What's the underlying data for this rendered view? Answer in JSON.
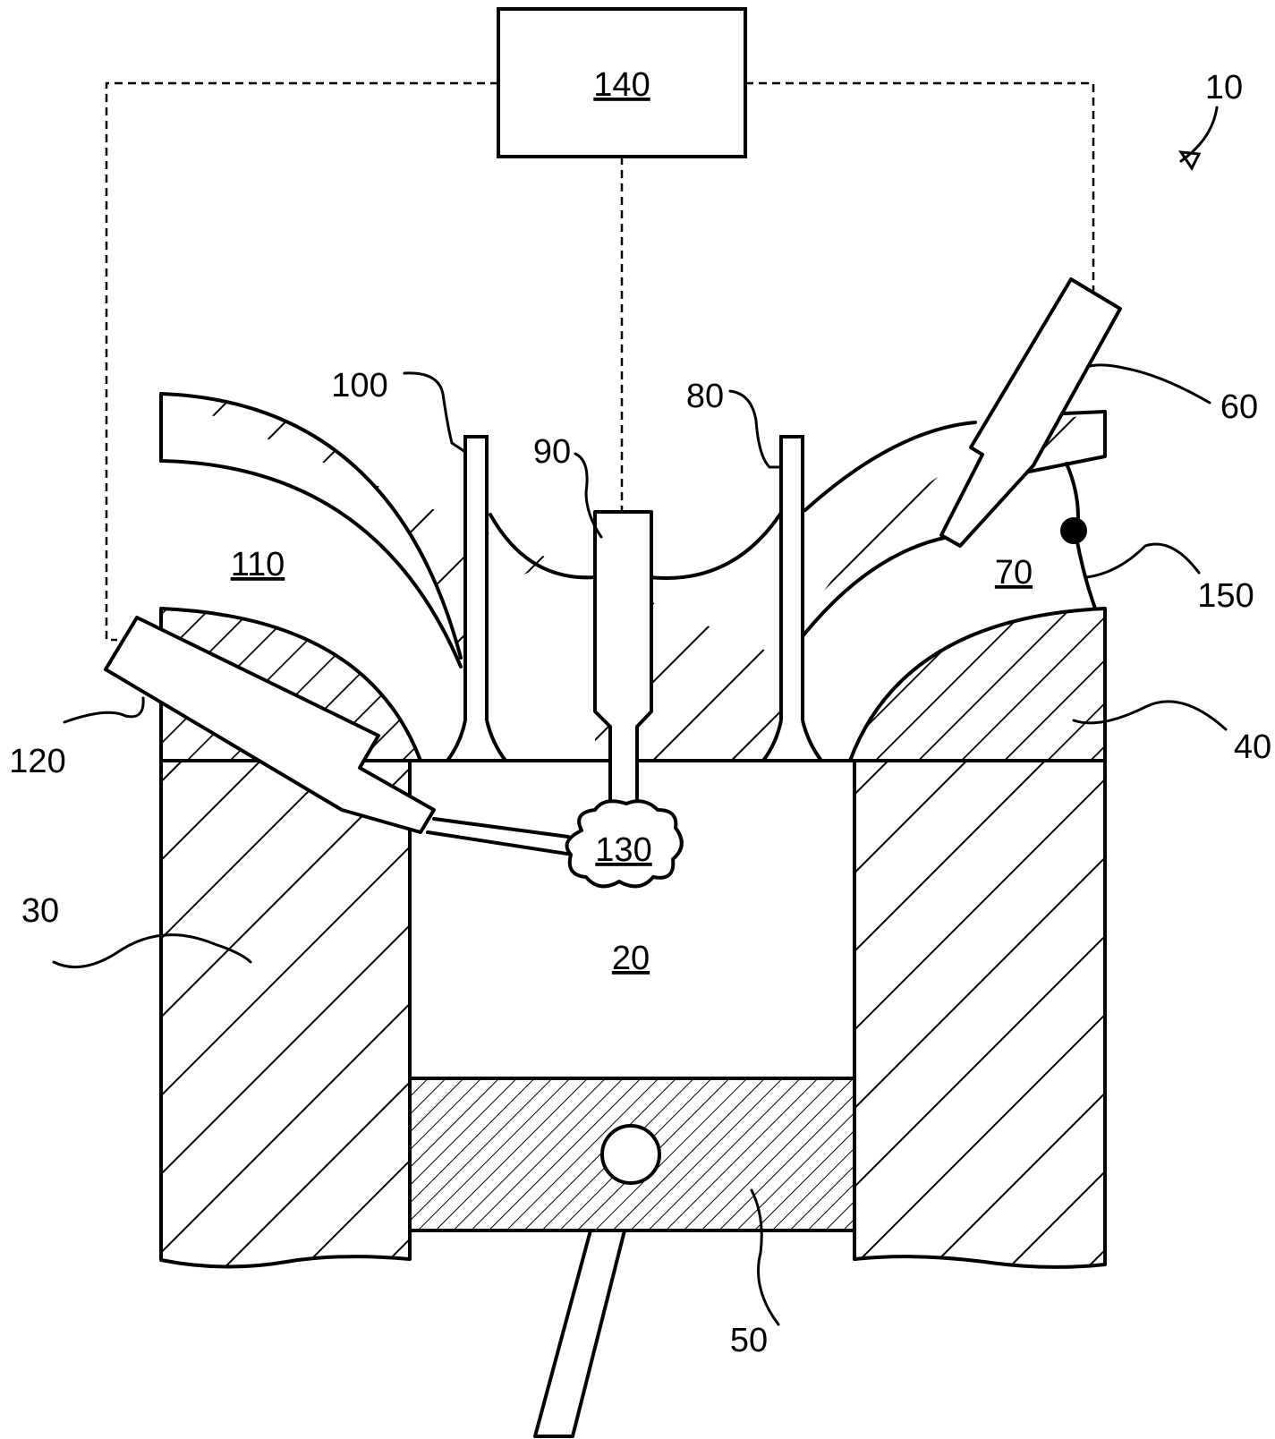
{
  "labels": {
    "system": "10",
    "chamber": "20",
    "block": "30",
    "head": "40",
    "piston": "50",
    "exhaust_injector": "60",
    "exhaust_port": "70",
    "exhaust_valve": "80",
    "spark_plug": "90",
    "intake_valve": "100",
    "intake_port": "110",
    "intake_injector": "120",
    "spark": "130",
    "controller": "140",
    "sensor": "150"
  }
}
